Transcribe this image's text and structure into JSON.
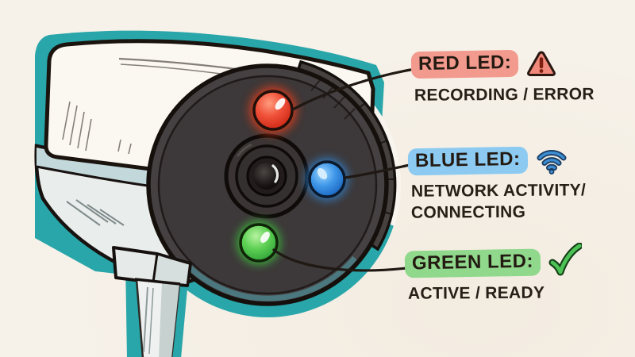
{
  "scene": {
    "background_color": "#f6f1e9",
    "outline_accent_color": "#29a6a9",
    "ink_color": "#1f1813"
  },
  "camera": {
    "body_color": "#fbf8f2",
    "face_color": "#454041",
    "leds": [
      {
        "name": "red-led",
        "color": "#e03722"
      },
      {
        "name": "blue-led",
        "color": "#2f8fe8"
      },
      {
        "name": "green-led",
        "color": "#43c648"
      }
    ]
  },
  "labels": [
    {
      "title": "RED LED:",
      "icon": "warning-icon",
      "highlight_color": "#f29a8d",
      "line1": "RECORDING / ERROR"
    },
    {
      "title": "BLUE LED:",
      "icon": "wifi-icon",
      "highlight_color": "#8ccaf1",
      "line1": "NETWORK ACTIVITY/",
      "line2": "CONNECTING"
    },
    {
      "title": "GREEN LED:",
      "icon": "check-icon",
      "highlight_color": "#90d88c",
      "line1": "ACTIVE / READY"
    }
  ]
}
